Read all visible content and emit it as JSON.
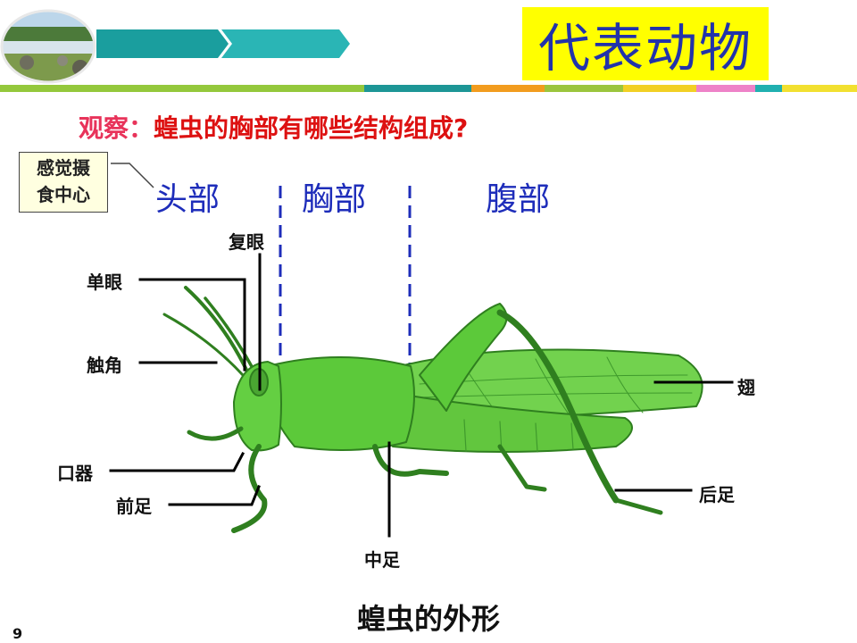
{
  "slide": {
    "title": "代表动物",
    "question_label": "观察：",
    "question_text": "蝗虫的胸部有哪些结构组成?",
    "center_note": [
      "感觉摄",
      "食中心"
    ],
    "sections": {
      "head": "头部",
      "thorax": "胸部",
      "abdomen": "腹部"
    },
    "parts": {
      "compound_eye": "复眼",
      "simple_eye": "单眼",
      "antenna": "触角",
      "mouthparts": "口器",
      "foreleg": "前足",
      "midleg": "中足",
      "hindleg": "后足",
      "wing": "翅"
    },
    "caption": "蝗虫的外形",
    "page_number": "9"
  },
  "colors": {
    "title_bg": "#ffff00",
    "title_text": "#2233aa",
    "section_text": "#1e2dba",
    "question_text": "#dd1111",
    "divider": "#1e2dba",
    "insect_body": "#5cc93a",
    "insect_outline": "#2f7f1f",
    "strip": [
      "#94c83c",
      "#2aa7a5",
      "#1d9696",
      "#f29c1e",
      "#9bc53d",
      "#f2d024",
      "#ee82c8",
      "#20b0b0",
      "#f2e030"
    ]
  },
  "icons": [
    "landscape-photo-icon",
    "chevron-arrow-icon"
  ]
}
